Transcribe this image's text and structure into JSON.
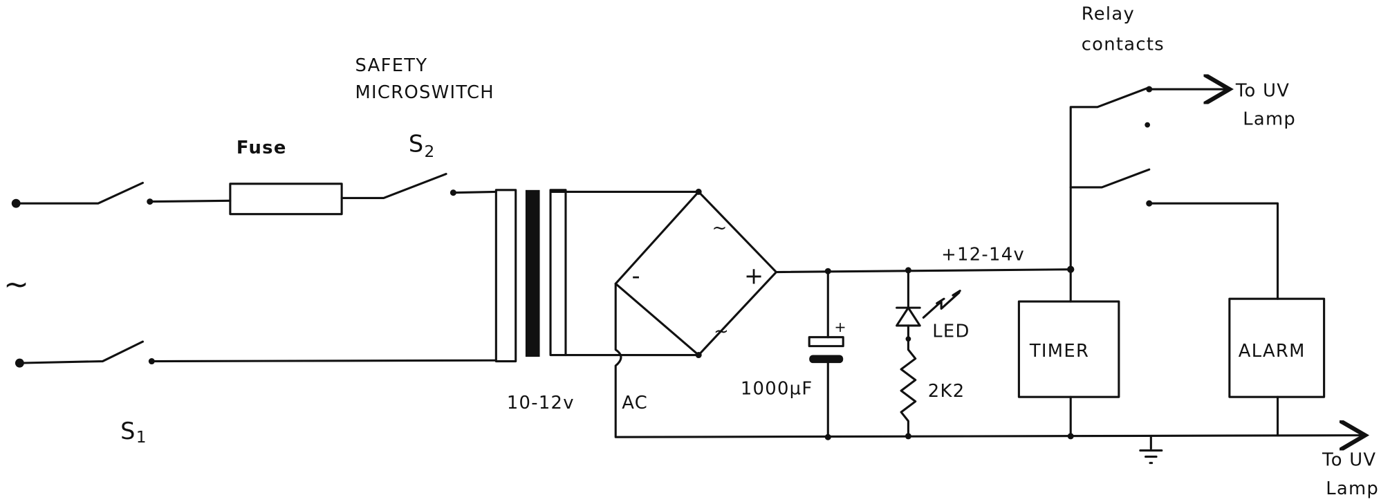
{
  "labels": {
    "relay": "Relay",
    "contacts": "contacts",
    "safety": "SAFETY",
    "microswitch": "MICROSWITCH",
    "fuse": "Fuse",
    "s2": "S",
    "s2_sub": "2",
    "s1": "S",
    "s1_sub": "1",
    "ac_symbol": "~",
    "bridge_ac_top": "~",
    "bridge_ac_bottom": "~",
    "bridge_minus": "-",
    "bridge_plus": "+",
    "cap_plus": "+",
    "transformer_voltage": "10-12v",
    "ac": "AC",
    "capacitor": "1000µF",
    "led": "LED",
    "resistor": "2K2",
    "supply": "+12-14v",
    "timer": "TIMER",
    "alarm": "ALARM",
    "to_uv_top_1": "To UV",
    "to_uv_top_2": "Lamp",
    "to_uv_bottom_1": "To UV",
    "to_uv_bottom_2": "Lamp"
  }
}
